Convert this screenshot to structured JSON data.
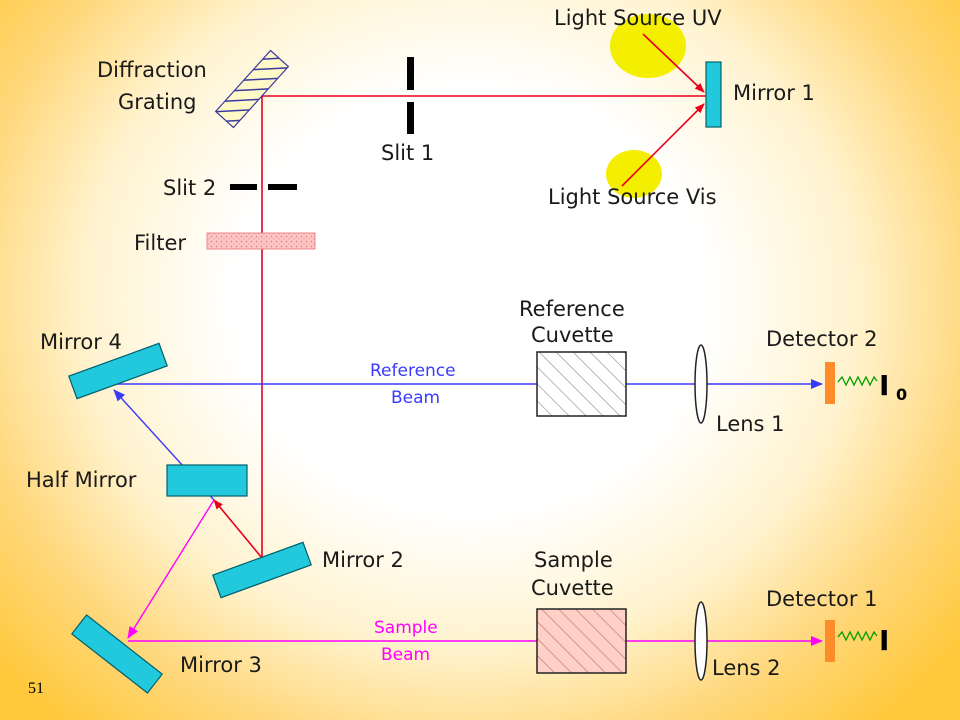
{
  "labels": {
    "light_source_uv": "Light Source UV",
    "light_source_vis": "Light Source Vis",
    "mirror1": "Mirror 1",
    "diffraction": "Diffraction",
    "grating": "Grating",
    "slit1": "Slit 1",
    "slit2": "Slit 2",
    "filter": "Filter",
    "mirror4": "Mirror 4",
    "reference_beam_1": "Reference",
    "reference_beam_2": "Beam",
    "reference_cuvette_1": "Reference",
    "reference_cuvette_2": "Cuvette",
    "detector2": "Detector 2",
    "lens1": "Lens 1",
    "half_mirror": "Half Mirror",
    "mirror2": "Mirror 2",
    "sample_cuvette_1": "Sample",
    "sample_cuvette_2": "Cuvette",
    "detector1": "Detector 1",
    "sample_beam_1": "Sample",
    "sample_beam_2": "Beam",
    "lens2": "Lens 2",
    "mirror3": "Mirror 3",
    "intensity_ref": "I",
    "intensity_ref_sub": "0",
    "intensity_sample": "I"
  },
  "colors": {
    "red_beam": "#e8001c",
    "blue_beam": "#3a3aff",
    "magenta_beam": "#ff00ff",
    "mirror": "#22c8dc",
    "detector": "#ff8c2a",
    "lamp": "#f4ee00",
    "green_signal": "#00a000"
  },
  "page_number": "51"
}
